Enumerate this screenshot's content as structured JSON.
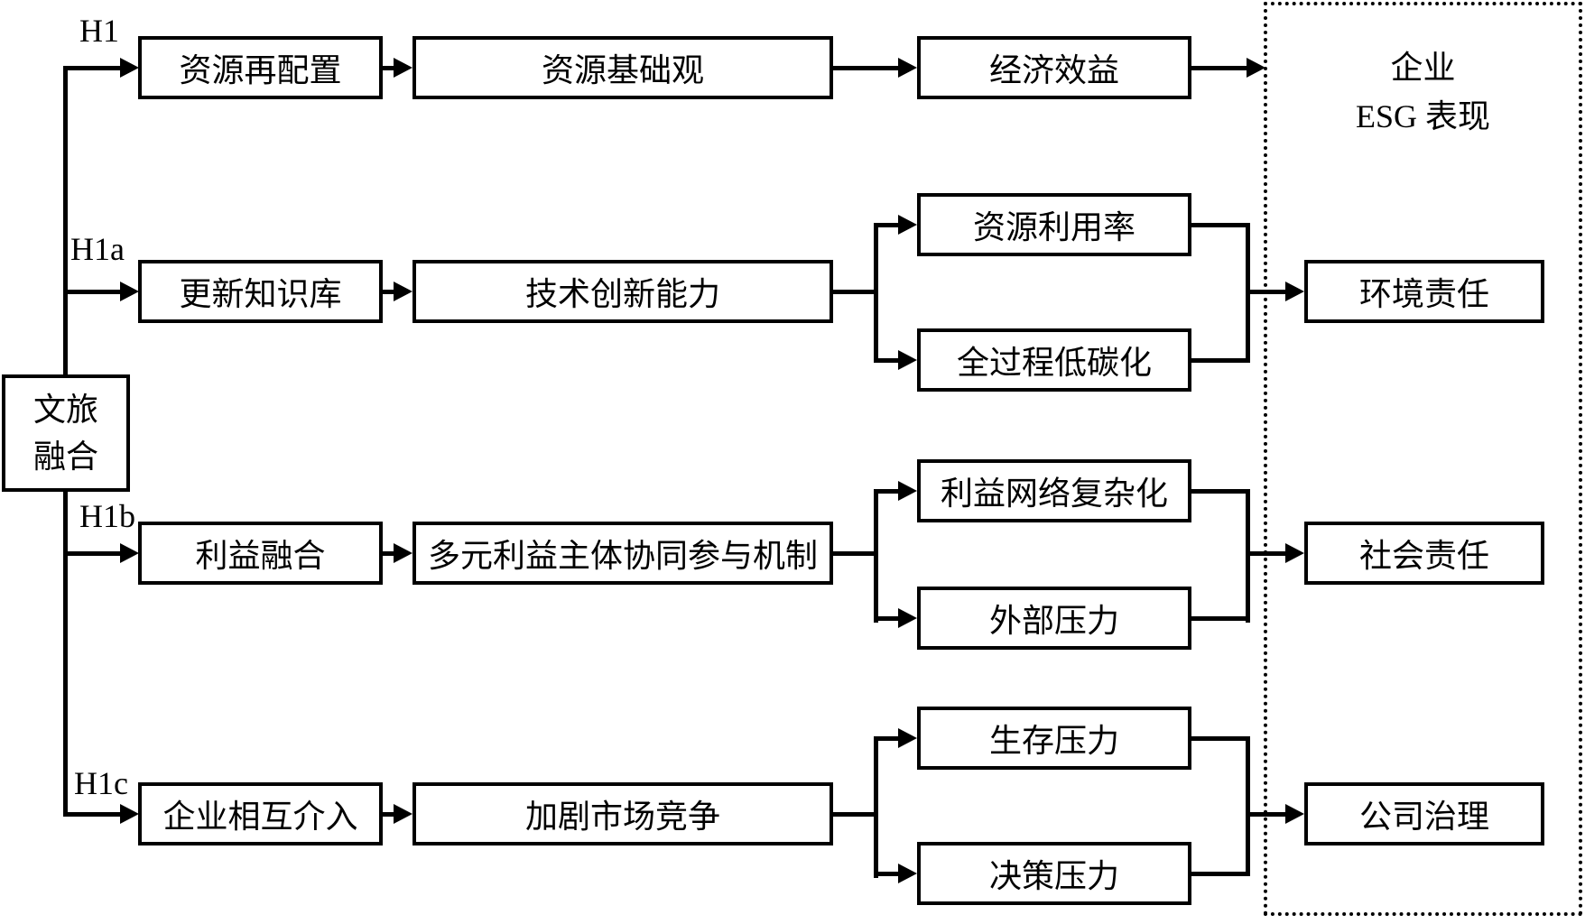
{
  "source": {
    "line1": "文旅",
    "line2": "融合"
  },
  "rows": [
    {
      "hypothesis": "H1",
      "antecedent": "资源再配置",
      "mechanism": "资源基础观",
      "outcome": "经济效益"
    },
    {
      "hypothesis": "H1a",
      "antecedent": "更新知识库",
      "mechanism": "技术创新能力",
      "outcome_top": "资源利用率",
      "outcome_bottom": "全过程低碳化",
      "esg": "环境责任"
    },
    {
      "hypothesis": "H1b",
      "antecedent": "利益融合",
      "mechanism": "多元利益主体协同参与机制",
      "outcome_top": "利益网络复杂化",
      "outcome_bottom": "外部压力",
      "esg": "社会责任"
    },
    {
      "hypothesis": "H1c",
      "antecedent": "企业相互介入",
      "mechanism": "加剧市场竞争",
      "outcome_top": "生存压力",
      "outcome_bottom": "决策压力",
      "esg": "公司治理"
    }
  ],
  "esg_panel": {
    "title_line1": "企业",
    "title_line2": "ESG 表现"
  },
  "colors": {
    "line": "#000000",
    "background": "#ffffff"
  }
}
